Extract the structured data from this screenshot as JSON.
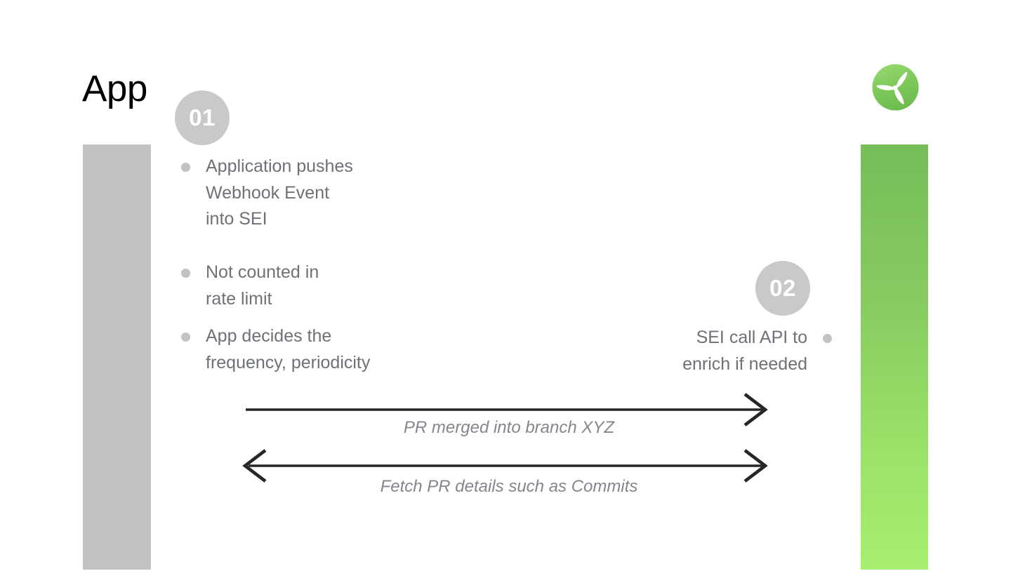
{
  "slide": {
    "title": "App",
    "background_color": "#ffffff"
  },
  "lanes": {
    "left": {
      "name": "app-lane",
      "color": "#c2c2c2"
    },
    "right": {
      "name": "sei-lane",
      "gradient_top": "#76bd58",
      "gradient_bottom": "#a6ef70"
    }
  },
  "logo": {
    "name": "propeller-logo",
    "circle_color": "#7dc75a",
    "blade_color": "#ffffff"
  },
  "steps": [
    {
      "number": "01",
      "badge_color": "#c9c9c9",
      "side": "left",
      "bullets": [
        "Application pushes\nWebhook Event\ninto SEI",
        "Not counted in\nrate limit",
        "App decides the\nfrequency, periodicity"
      ]
    },
    {
      "number": "02",
      "badge_color": "#c9c9c9",
      "side": "right",
      "bullets": [
        "SEI call API to\nenrich if needed"
      ]
    }
  ],
  "arrows": [
    {
      "label": "PR merged into branch XYZ",
      "direction": "right",
      "heads": "end"
    },
    {
      "label": "Fetch PR details such as Commits",
      "direction": "both",
      "heads": "both"
    }
  ],
  "colors": {
    "body_text": "#6e7176",
    "bullet_dot": "#c2c2c2",
    "arrow_stroke": "#262626",
    "arrow_label": "#83878c",
    "title": "#000000"
  }
}
